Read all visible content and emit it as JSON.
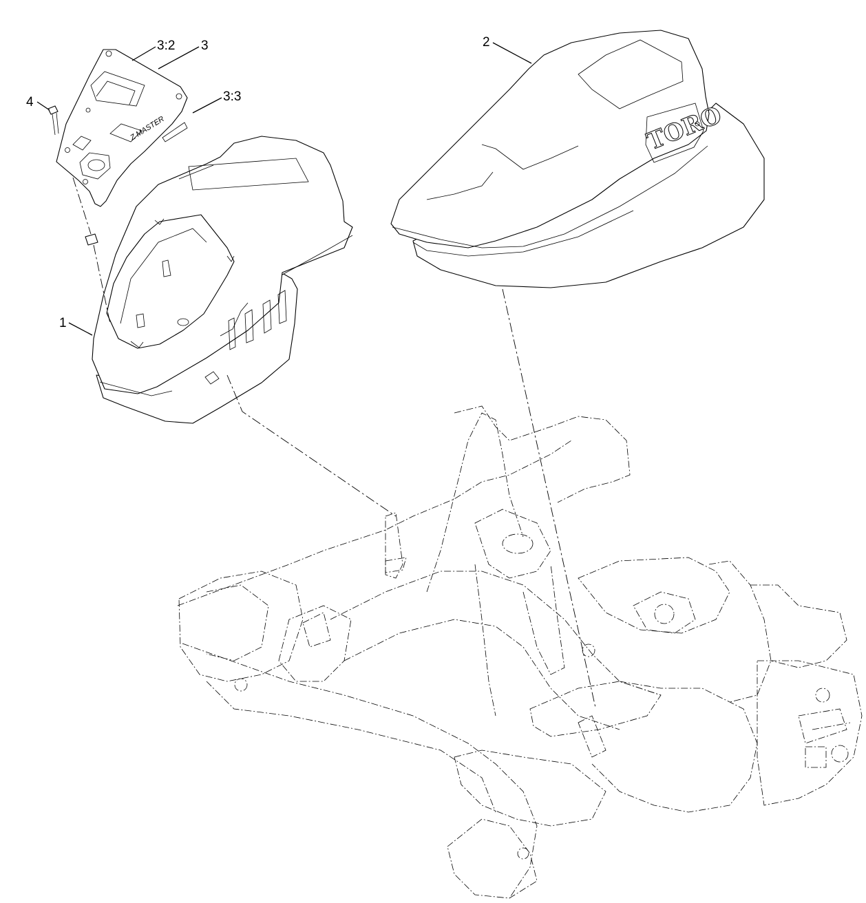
{
  "callouts": {
    "part_1": "1",
    "part_2": "2",
    "part_3": "3",
    "part_3_2": "3:2",
    "part_3_3": "3:3",
    "part_4": "4"
  },
  "seat_logo": "TORO",
  "console_logo": "Z MASTER",
  "colors": {
    "line": "#000000",
    "background": "#ffffff"
  }
}
